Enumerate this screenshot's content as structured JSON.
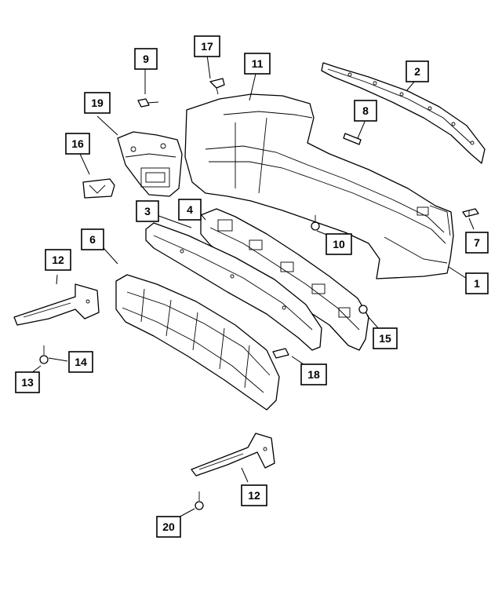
{
  "diagram": {
    "callouts": [
      {
        "id": "c1",
        "label": "1"
      },
      {
        "id": "c2",
        "label": "2"
      },
      {
        "id": "c3",
        "label": "3"
      },
      {
        "id": "c4",
        "label": "4"
      },
      {
        "id": "c6",
        "label": "6"
      },
      {
        "id": "c7",
        "label": "7"
      },
      {
        "id": "c8",
        "label": "8"
      },
      {
        "id": "c9",
        "label": "9"
      },
      {
        "id": "c10",
        "label": "10"
      },
      {
        "id": "c11",
        "label": "11"
      },
      {
        "id": "c12a",
        "label": "12"
      },
      {
        "id": "c12b",
        "label": "12"
      },
      {
        "id": "c13",
        "label": "13"
      },
      {
        "id": "c14",
        "label": "14"
      },
      {
        "id": "c15",
        "label": "15"
      },
      {
        "id": "c16",
        "label": "16"
      },
      {
        "id": "c17",
        "label": "17"
      },
      {
        "id": "c18",
        "label": "18"
      },
      {
        "id": "c19",
        "label": "19"
      },
      {
        "id": "c20",
        "label": "20"
      }
    ]
  }
}
